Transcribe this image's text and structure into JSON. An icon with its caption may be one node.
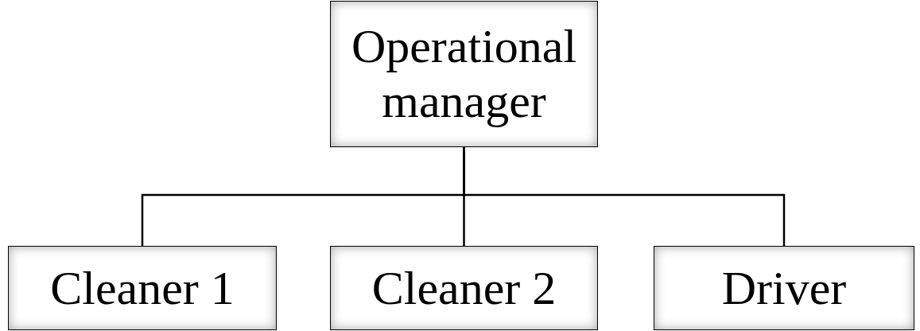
{
  "diagram": {
    "nodes": [
      {
        "text": [
          "Operational manager"
        ]
      },
      {
        "text": [
          "Cleaner 1"
        ]
      },
      {
        "text": [
          "Cleaner 2"
        ]
      },
      {
        "text": [
          "Driver"
        ]
      }
    ],
    "edges": [
      {
        "from": 0,
        "to": 1,
        "arrow": "none"
      },
      {
        "from": 0,
        "to": 2,
        "arrow": "none"
      },
      {
        "from": 0,
        "to": 3,
        "arrow": "none"
      }
    ]
  }
}
